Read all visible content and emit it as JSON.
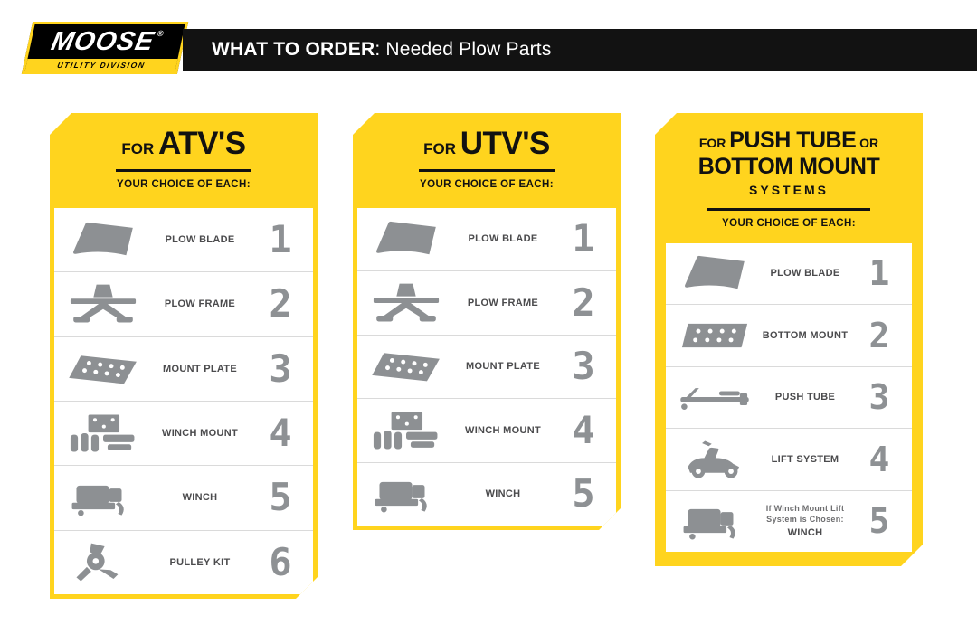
{
  "header": {
    "logo_main": "MOOSE",
    "logo_reg": "®",
    "logo_sub": "UTILITY DIVISION",
    "title_bold": "WHAT TO ORDER",
    "title_rest": ": Needed Plow Parts"
  },
  "colors": {
    "yellow": "#FFD41E",
    "black": "#121212",
    "icon_gray": "#8D9093",
    "label_gray": "#4B4B4D"
  },
  "cards": [
    {
      "id": "atv",
      "style": "split",
      "title_lines": [
        {
          "prefix": "FOR",
          "main": "ATV'S"
        }
      ],
      "subtitle": "YOUR CHOICE OF EACH:",
      "items": [
        {
          "icon": "plow-blade",
          "label": "PLOW BLADE",
          "number": "1"
        },
        {
          "icon": "plow-frame",
          "label": "PLOW FRAME",
          "number": "2"
        },
        {
          "icon": "mount-plate",
          "label": "MOUNT PLATE",
          "number": "3"
        },
        {
          "icon": "winch-mount",
          "label": "WINCH MOUNT",
          "number": "4"
        },
        {
          "icon": "winch",
          "label": "WINCH",
          "number": "5"
        },
        {
          "icon": "pulley-kit",
          "label": "PULLEY KIT",
          "number": "6"
        }
      ]
    },
    {
      "id": "utv",
      "style": "split",
      "title_lines": [
        {
          "prefix": "FOR",
          "main": "UTV'S"
        }
      ],
      "subtitle": "YOUR CHOICE OF EACH:",
      "items": [
        {
          "icon": "plow-blade",
          "label": "PLOW BLADE",
          "number": "1"
        },
        {
          "icon": "plow-frame",
          "label": "PLOW FRAME",
          "number": "2"
        },
        {
          "icon": "mount-plate",
          "label": "MOUNT PLATE",
          "number": "3"
        },
        {
          "icon": "winch-mount",
          "label": "WINCH MOUNT",
          "number": "4"
        },
        {
          "icon": "winch",
          "label": "WINCH",
          "number": "5"
        }
      ]
    },
    {
      "id": "push-tube",
      "style": "solid",
      "title_lines": [
        {
          "prefix": "FOR",
          "main": "PUSH TUBE",
          "suffix": "OR"
        },
        {
          "main": "BOTTOM MOUNT"
        }
      ],
      "title_sub": "SYSTEMS",
      "subtitle": "YOUR CHOICE OF EACH:",
      "items": [
        {
          "icon": "plow-blade",
          "label": "PLOW BLADE",
          "number": "1"
        },
        {
          "icon": "bottom-mount",
          "label": "BOTTOM MOUNT",
          "number": "2"
        },
        {
          "icon": "push-tube",
          "label": "PUSH TUBE",
          "number": "3"
        },
        {
          "icon": "lift-system",
          "label": "LIFT SYSTEM",
          "number": "4"
        },
        {
          "icon": "winch",
          "label_note": "If Winch Mount Lift System is Chosen:",
          "label": "WINCH",
          "number": "5"
        }
      ]
    }
  ]
}
